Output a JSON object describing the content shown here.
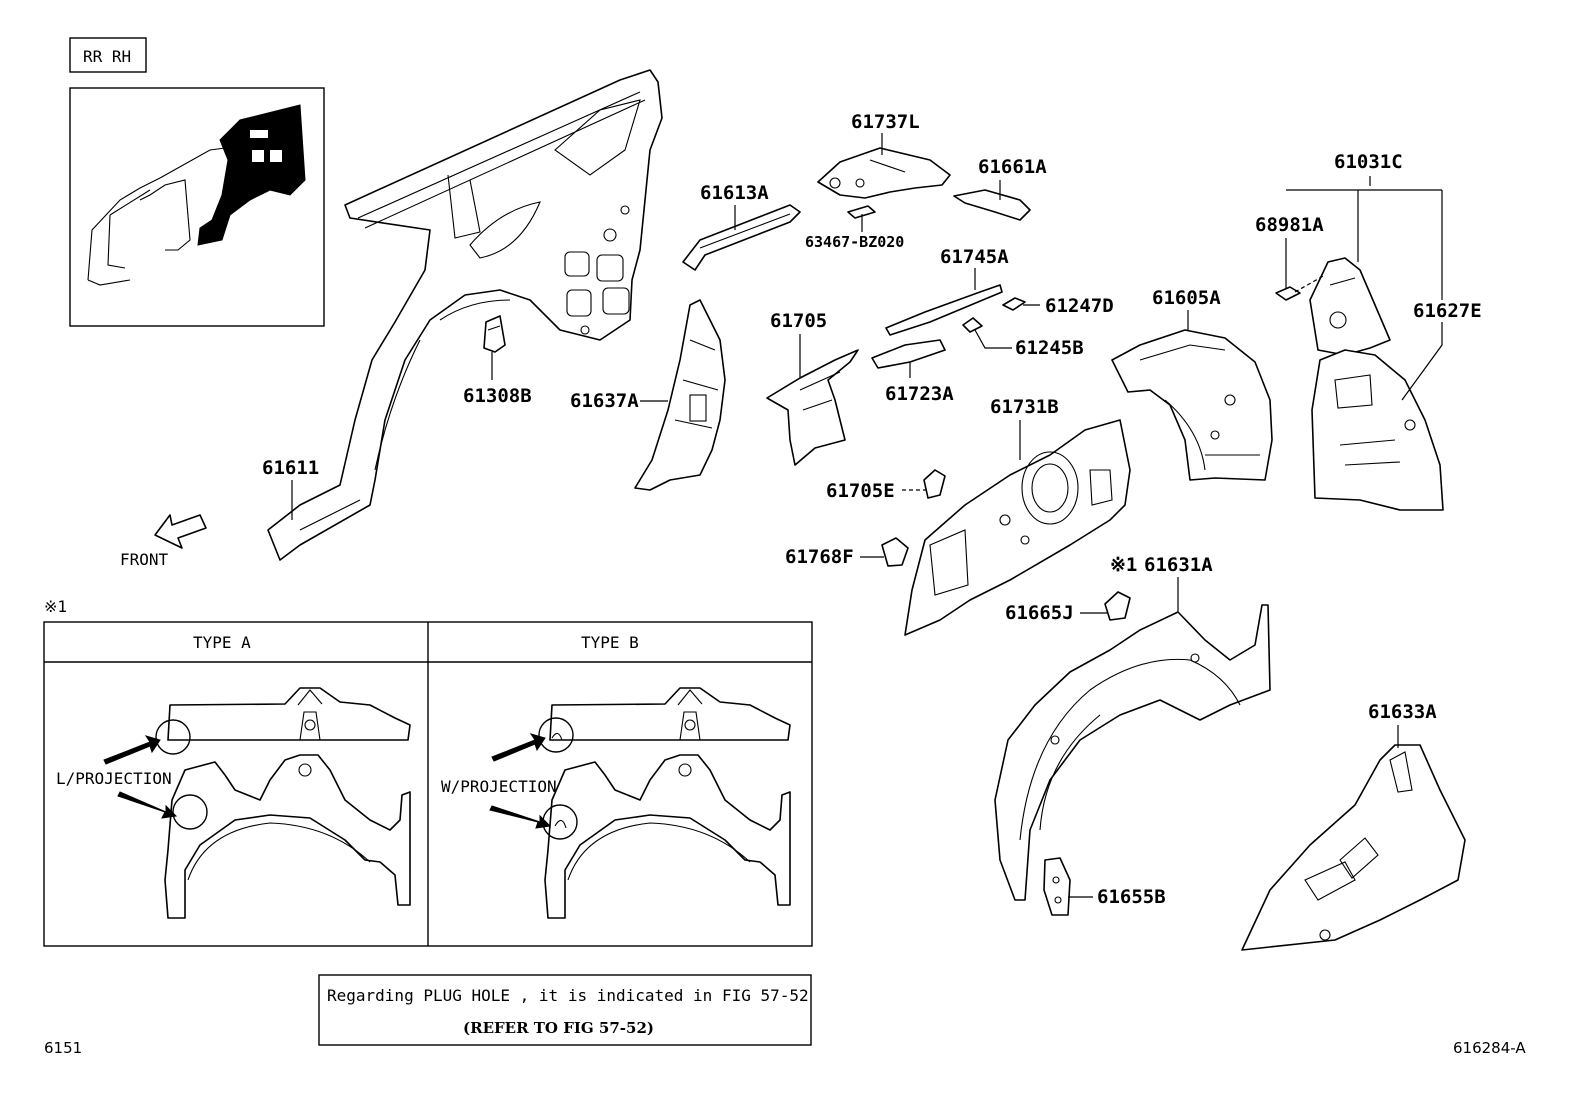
{
  "header": {
    "region_label": "RR RH"
  },
  "direction": {
    "front_label": "FRONT"
  },
  "parts": [
    {
      "id": "61611"
    },
    {
      "id": "61308B"
    },
    {
      "id": "61613A"
    },
    {
      "id": "61637A"
    },
    {
      "id": "61737L"
    },
    {
      "id": "63467-BZ020"
    },
    {
      "id": "61661A"
    },
    {
      "id": "61745A"
    },
    {
      "id": "61247D"
    },
    {
      "id": "61245B"
    },
    {
      "id": "61705"
    },
    {
      "id": "61723A"
    },
    {
      "id": "61731B"
    },
    {
      "id": "61705E"
    },
    {
      "id": "61768F"
    },
    {
      "id": "61605A"
    },
    {
      "id": "61031C"
    },
    {
      "id": "68981A"
    },
    {
      "id": "61627E"
    },
    {
      "id": "61631A",
      "prefix": "※1"
    },
    {
      "id": "61665J"
    },
    {
      "id": "61633A"
    },
    {
      "id": "61655B"
    }
  ],
  "type_table": {
    "footnote_mark": "※1",
    "type_a": {
      "title": "TYPE A",
      "callout": "L/PROJECTION"
    },
    "type_b": {
      "title": "TYPE B",
      "callout": "W/PROJECTION"
    }
  },
  "note": {
    "line1": "Regarding PLUG HOLE , it is indicated in FIG 57-52",
    "line2": "(REFER TO FIG 57-52)"
  },
  "footer": {
    "left_code": "6151",
    "right_code": "616284-A"
  }
}
